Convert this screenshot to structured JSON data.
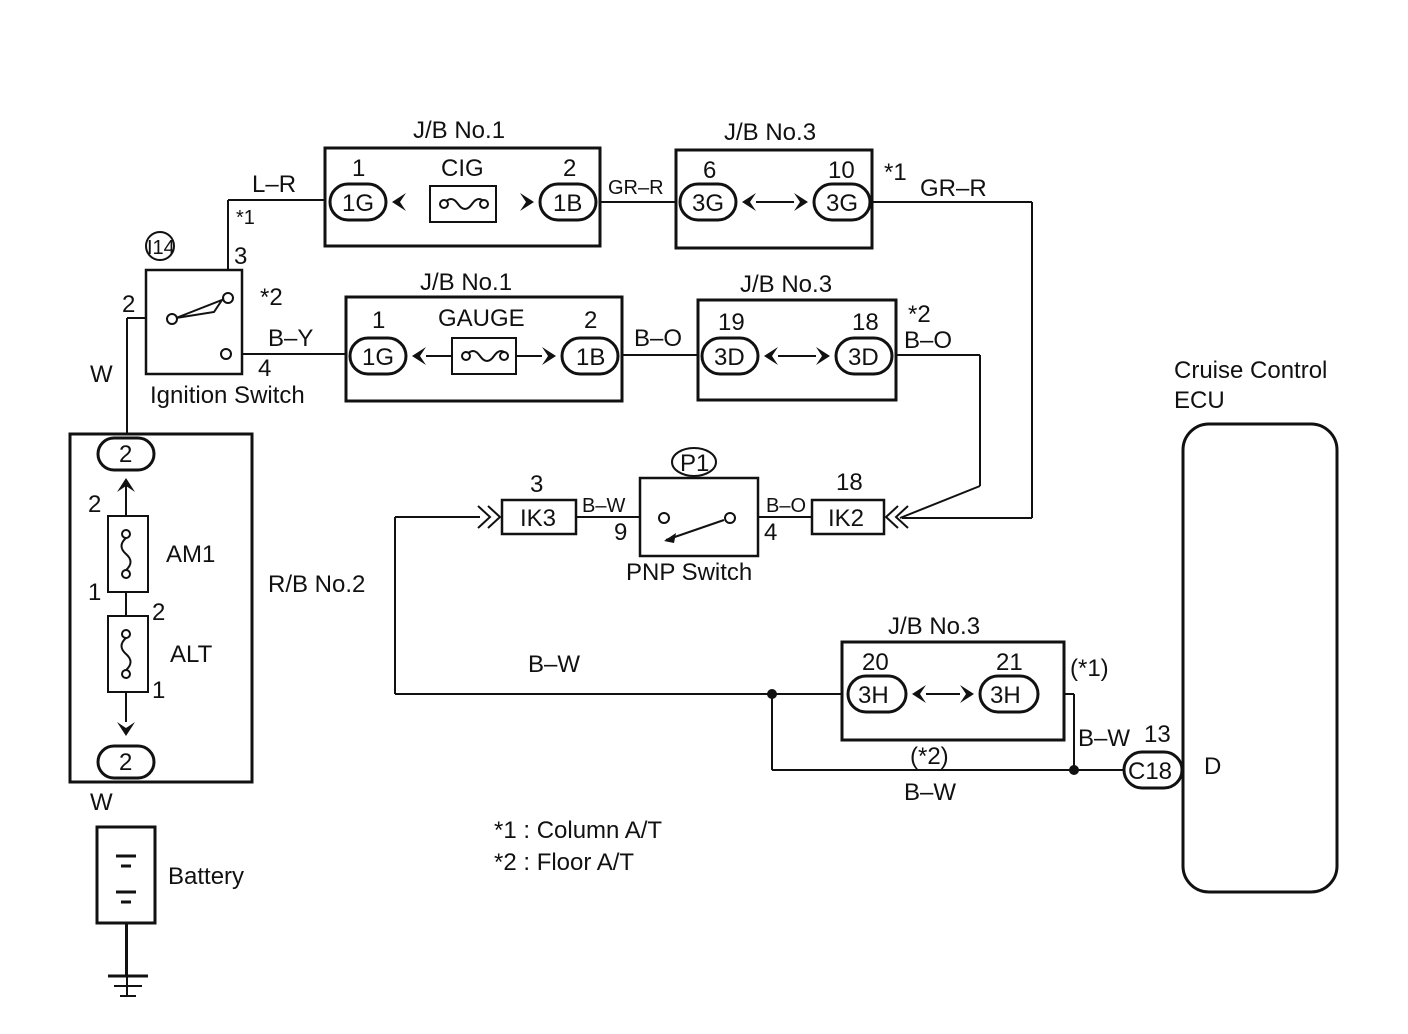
{
  "junction_blocks": {
    "jb1_cig": {
      "title": "J/B No.1",
      "fuse": "CIG",
      "pin_left": "1",
      "pin_right": "2",
      "conn_left": "1G",
      "conn_right": "1B"
    },
    "jb3_top": {
      "title": "J/B No.3",
      "pin_left": "6",
      "pin_right": "10",
      "conn_left": "3G",
      "conn_right": "3G"
    },
    "jb1_gauge": {
      "title": "J/B No.1",
      "fuse": "GAUGE",
      "pin_left": "1",
      "pin_right": "2",
      "conn_left": "1G",
      "conn_right": "1B"
    },
    "jb3_mid": {
      "title": "J/B No.3",
      "pin_left": "19",
      "pin_right": "18",
      "conn_left": "3D",
      "conn_right": "3D"
    },
    "jb3_low": {
      "title": "J/B No.3",
      "pin_left": "20",
      "pin_right": "21",
      "conn_left": "3H",
      "conn_right": "3H"
    }
  },
  "ignition_switch": {
    "id": "I14",
    "label": "Ignition Switch",
    "pin_in": "2",
    "pin_ig1": "3",
    "pin_ig2": "4",
    "note_1": "*1",
    "note_2": "*2"
  },
  "pnp_switch": {
    "id": "P1",
    "label": "PNP Switch",
    "pin_left": "9",
    "pin_right": "4",
    "conn_left": "IK3",
    "conn_left_pin": "3",
    "conn_right": "IK2",
    "conn_right_pin": "18"
  },
  "relay_block": {
    "label": "R/B No.2",
    "top_conn": "2",
    "bottom_conn": "2",
    "fuse1": "AM1",
    "fuse2": "ALT",
    "fuse1_top_pin": "2",
    "fuse1_bottom_pin": "1",
    "fuse2_top_pin": "2",
    "fuse2_bottom_pin": "1"
  },
  "battery": {
    "label": "Battery"
  },
  "ecu": {
    "label_line1": "Cruise Control",
    "label_line2": "ECU",
    "terminal": "D",
    "connector": "C18",
    "pin": "13"
  },
  "wires": {
    "l_r": "L–R",
    "b_y": "B–Y",
    "w_top": "W",
    "w_bottom": "W",
    "gr_r_1": "GR–R",
    "gr_r_2": "GR–R",
    "b_o_1": "B–O",
    "b_o_2": "B–O",
    "b_o_3": "B–O",
    "b_w_1": "B–W",
    "b_w_2": "B–W",
    "b_w_3": "B–W",
    "b_w_4": "B–W"
  },
  "markers": {
    "jb3_top_note": "*1",
    "jb3_mid_note": "*2",
    "branch_1": "(*1)",
    "branch_2": "(*2)"
  },
  "legend": {
    "line1": "*1 : Column A/T",
    "line2": "*2 : Floor A/T"
  }
}
